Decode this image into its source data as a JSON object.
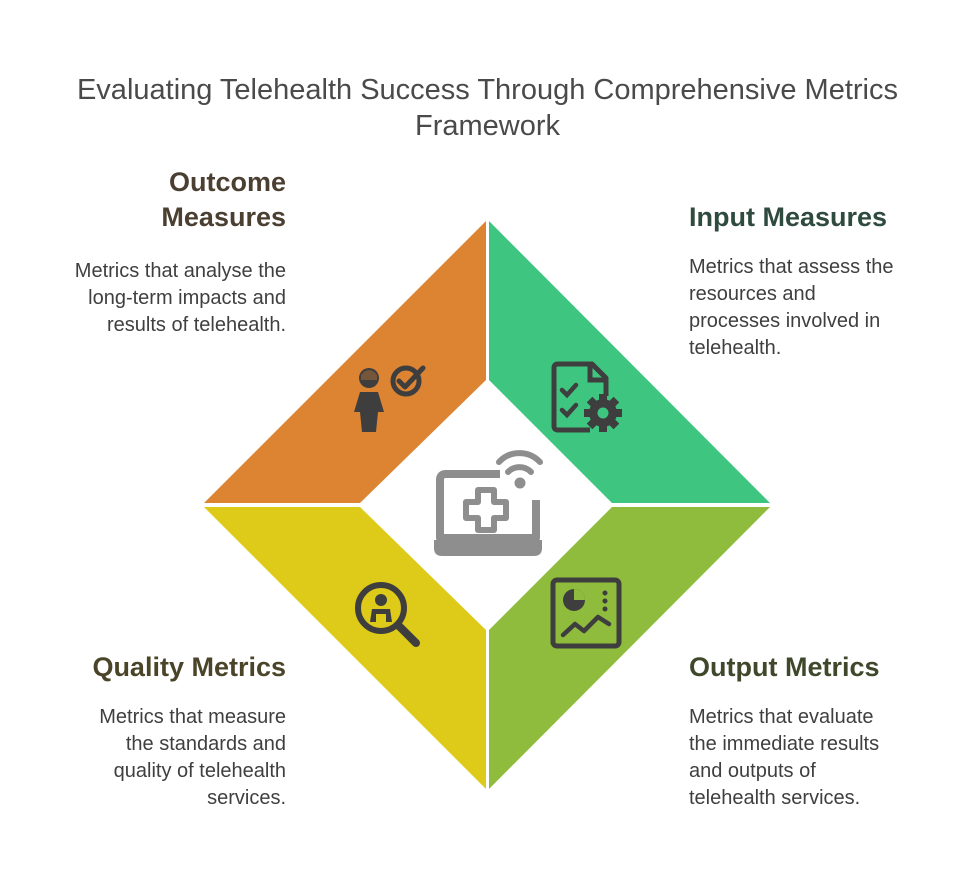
{
  "title": {
    "line1": "Evaluating Telehealth Success Through Comprehensive Metrics",
    "line2": "Framework"
  },
  "quadrants": [
    {
      "id": "outcome",
      "heading_lines": [
        "Outcome",
        "Measures"
      ],
      "desc_lines": [
        "Metrics that analyse the",
        "long-term impacts and",
        "results of telehealth."
      ],
      "color": "#DD8433",
      "heading_color": "#4B3F31",
      "icon": "person-check-icon"
    },
    {
      "id": "input",
      "heading_lines": [
        "Input Measures"
      ],
      "desc_lines": [
        "Metrics that assess the",
        "resources and",
        "processes involved in",
        "telehealth."
      ],
      "color": "#3EC580",
      "heading_color": "#2F4A3E",
      "icon": "checklist-gear-icon"
    },
    {
      "id": "quality",
      "heading_lines": [
        "Quality Metrics"
      ],
      "desc_lines": [
        "Metrics that measure",
        "the standards and",
        "quality of telehealth",
        "services."
      ],
      "color": "#DDCA19",
      "heading_color": "#4A4428",
      "icon": "magnifier-inspect-icon"
    },
    {
      "id": "output",
      "heading_lines": [
        "Output Metrics"
      ],
      "desc_lines": [
        "Metrics that evaluate",
        "the immediate results",
        "and outputs of",
        "telehealth services."
      ],
      "color": "#8FBC3C",
      "heading_color": "#40482C",
      "icon": "dashboard-chart-icon"
    }
  ],
  "center": {
    "icon": "telehealth-laptop-icon",
    "icon_color": "#8E8E8E"
  }
}
